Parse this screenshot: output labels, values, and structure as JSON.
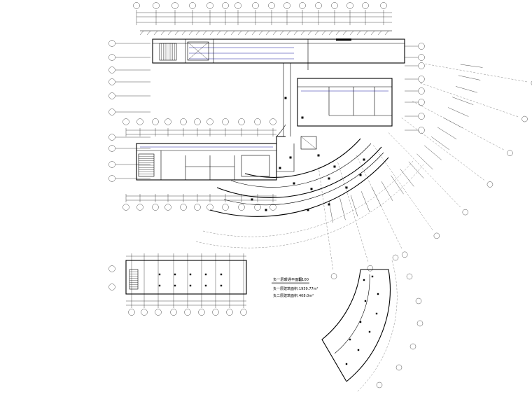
{
  "drawing": {
    "title": "负一层暖通平面图",
    "scale": "1:100",
    "area_b1_label": "负一层建筑面积:",
    "area_b1_value": "1959.77m²",
    "area_b2_label": "负二层建筑面积:",
    "area_b2_value": "408.0m²"
  },
  "colors": {
    "ink": "#000000",
    "paper": "#ffffff",
    "accent_line": "#1a1aa0"
  },
  "icons": [
    "grid-bubble-icon",
    "column-icon",
    "stair-icon",
    "door-swing-icon",
    "north-hatch-icon"
  ]
}
